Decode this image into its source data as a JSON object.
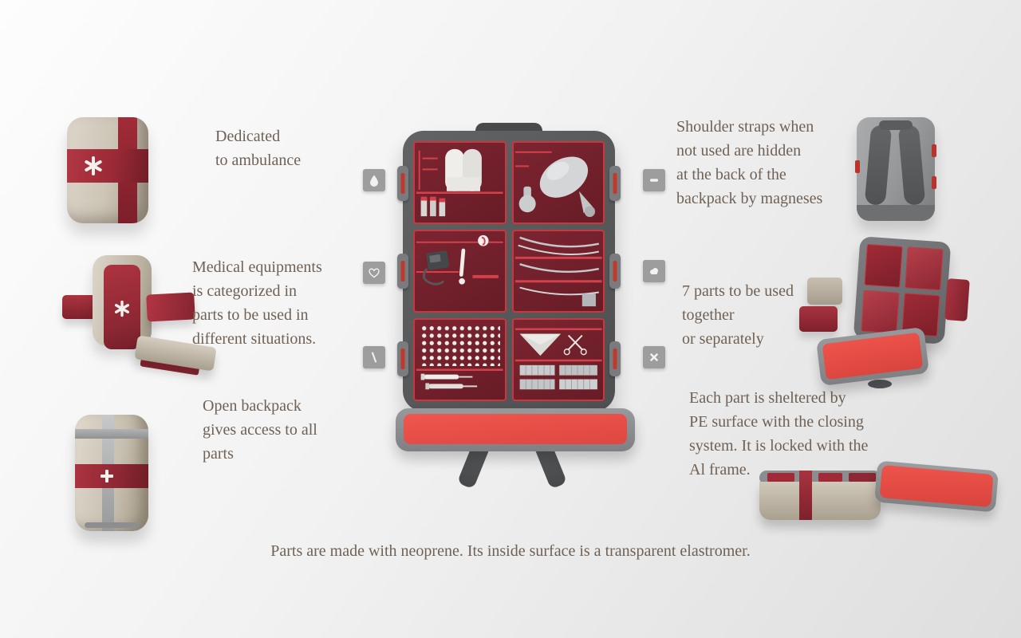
{
  "annotations": {
    "dedicated": "Dedicated\nto ambulance",
    "categorized": "Medical equipments\nis categorized in\nparts to be used in\ndifferent situations.",
    "open_access": "Open backpack\ngives access to all\nparts",
    "shoulder_straps": "Shoulder straps when\nnot used are hidden\nat the back of the\nbackpack by magneses",
    "seven_parts": "7 parts to be used\ntogether\nor separately",
    "sheltered": "Each part is sheltered by\nPE surface with the closing\nsystem. It is locked with the\nAl frame."
  },
  "footer": "Parts are made with neoprene. Its inside surface is a transparent elastromer.",
  "badges": {
    "left": [
      "droplet-icon",
      "heart-icon",
      "needle-icon"
    ],
    "right": [
      "capsule-icon",
      "cloud-icon",
      "cross-icon"
    ]
  },
  "colors": {
    "accent_red": "#e2493f",
    "band_red": "#9c2a36",
    "compartment_maroon": "#7c2531",
    "frame_gray": "#55575a",
    "beige": "#cdc5b6",
    "text": "#6f6156",
    "badge_gray": "#9d9d9d"
  }
}
